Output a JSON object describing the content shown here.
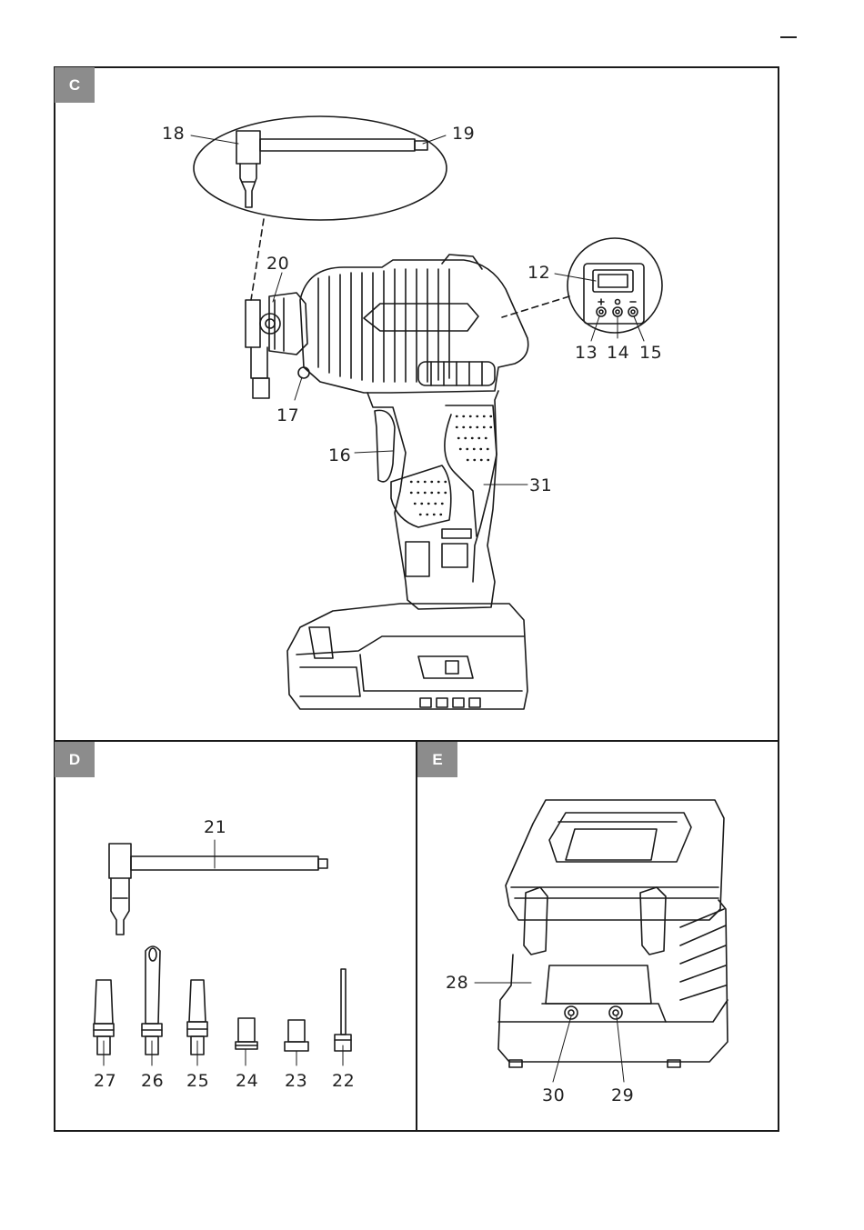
{
  "panels": {
    "c": {
      "label": "C"
    },
    "d": {
      "label": "D"
    },
    "e": {
      "label": "E"
    }
  },
  "callouts": {
    "n12": "12",
    "n13": "13",
    "n14": "14",
    "n15": "15",
    "n16": "16",
    "n17": "17",
    "n18": "18",
    "n19": "19",
    "n20": "20",
    "n21": "21",
    "n22": "22",
    "n23": "23",
    "n24": "24",
    "n25": "25",
    "n26": "26",
    "n27": "27",
    "n28": "28",
    "n29": "29",
    "n30": "30",
    "n31": "31"
  }
}
